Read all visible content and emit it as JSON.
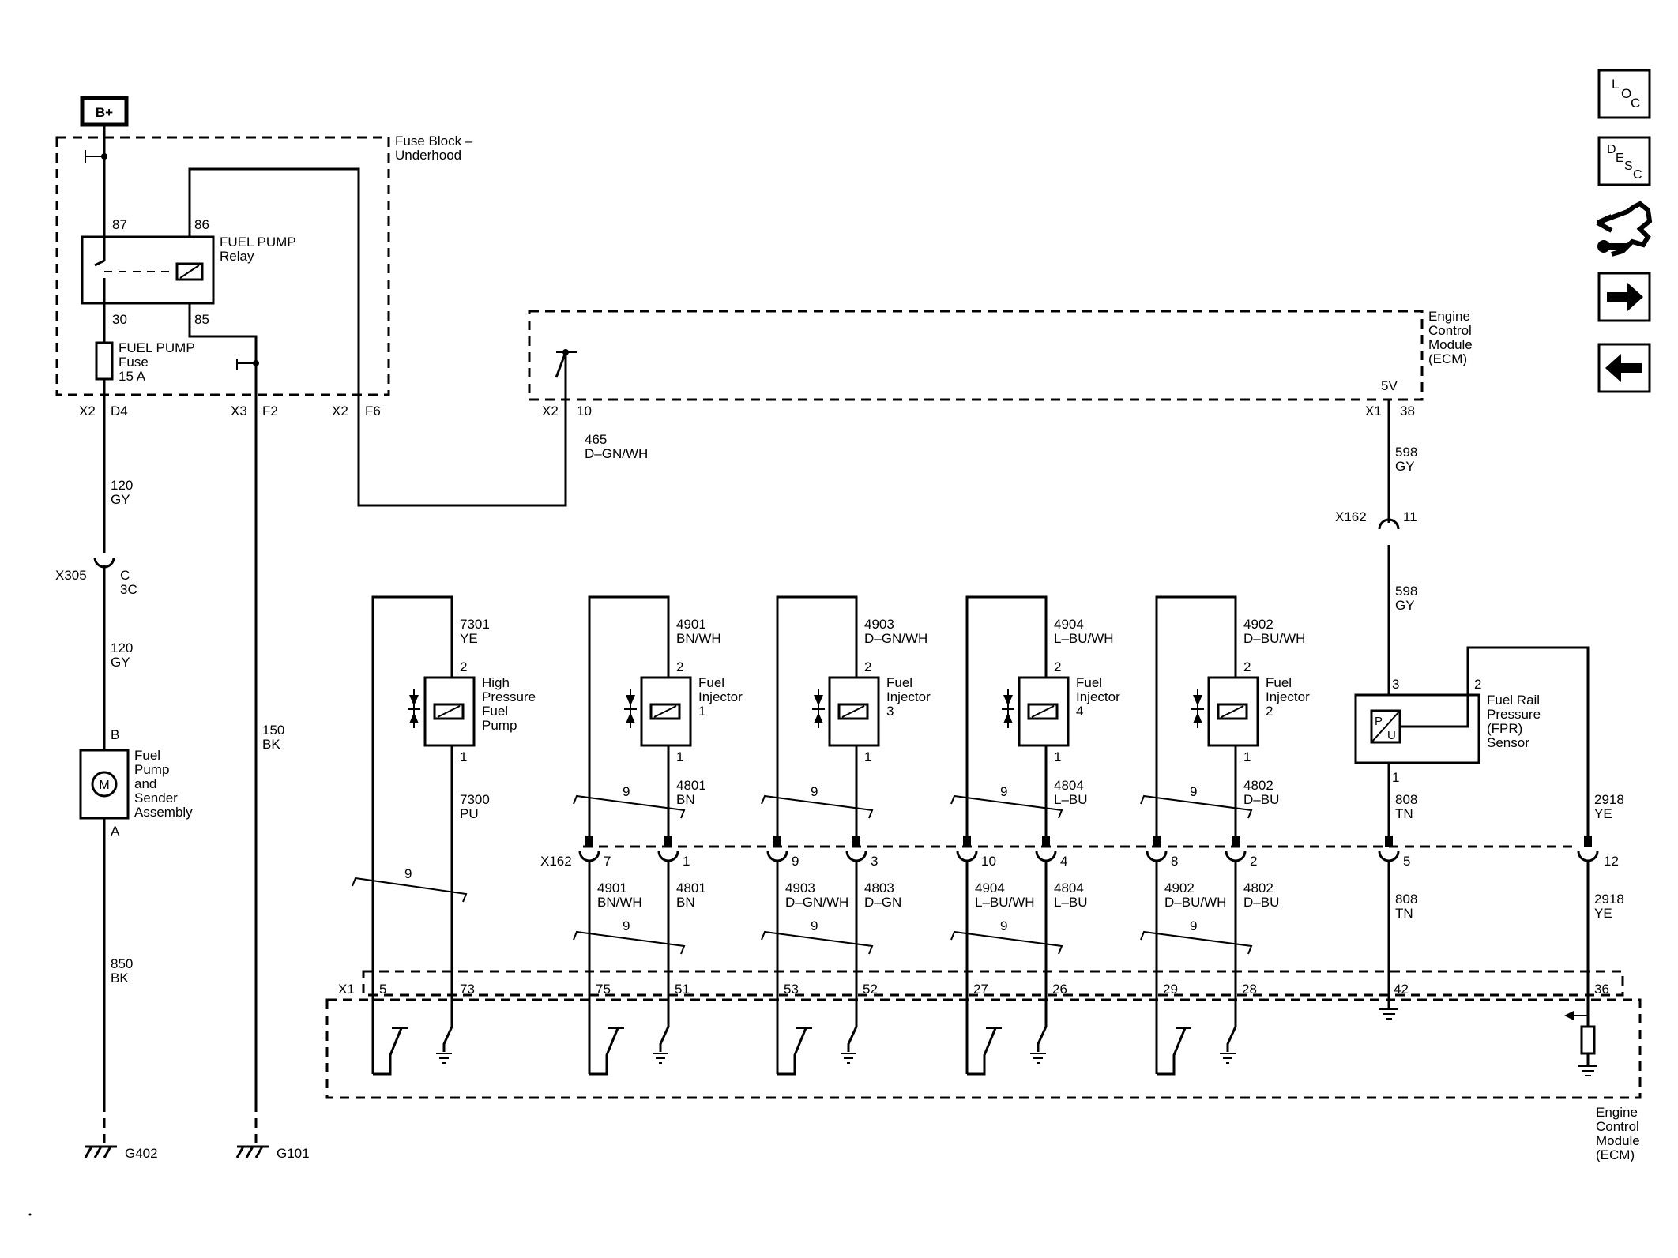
{
  "colors": {
    "ink": "#000000",
    "paper": "#ffffff"
  },
  "nav_buttons": [
    {
      "name": "loc-button",
      "icon": "loc-icon",
      "letters": [
        "L",
        "O",
        "C"
      ]
    },
    {
      "name": "desc-button",
      "icon": "desc-icon",
      "letters": [
        "D",
        "E",
        "S",
        "C"
      ]
    },
    {
      "name": "connector-button",
      "icon": "connector-wrench-icon"
    },
    {
      "name": "next-button",
      "icon": "arrow-right-icon"
    },
    {
      "name": "previous-button",
      "icon": "arrow-left-icon"
    }
  ],
  "power": {
    "label": "B+"
  },
  "fuse_block": {
    "title_line1": "Fuse Block –",
    "title_line2": "Underhood"
  },
  "relay": {
    "name_line1": "FUEL PUMP",
    "name_line2": "Relay",
    "pin87": "87",
    "pin86": "86",
    "pin30": "30",
    "pin85": "85"
  },
  "fuse": {
    "line1": "FUEL PUMP",
    "line2": "Fuse",
    "line3": "15 A"
  },
  "fuse_block_pins": {
    "x2a": "X2",
    "d4": "D4",
    "x3": "X3",
    "f2": "F2",
    "x2b": "X2",
    "f6": "F6"
  },
  "ecm_top": {
    "line1": "Engine",
    "line2": "Control",
    "line3": "Module",
    "line4": "(ECM)",
    "v5": "5V",
    "x2": "X2",
    "pin10": "10",
    "x1": "X1",
    "pin38": "38"
  },
  "wires": {
    "w465_num": "465",
    "w465_color": "D–GN/WH",
    "w120a_num": "120",
    "w120a_color": "GY",
    "w120b_num": "120",
    "w120b_color": "GY",
    "w150_num": "150",
    "w150_color": "BK",
    "w850_num": "850",
    "w850_color": "BK",
    "w598a_num": "598",
    "w598a_color": "GY",
    "w598b_num": "598",
    "w598b_color": "GY",
    "w7301_num": "7301",
    "w7301_color": "YE",
    "w7300_num": "7300",
    "w7300_color": "PU",
    "w808a_num": "808",
    "w808a_color": "TN",
    "w808b_num": "808",
    "w808b_color": "TN",
    "w2918a_num": "2918",
    "w2918a_color": "YE",
    "w2918b_num": "2918",
    "w2918b_color": "YE"
  },
  "x305": {
    "label": "X305",
    "pin_c": "C",
    "pin_3c": "3C"
  },
  "x162_top": {
    "label": "X162",
    "pin": "11"
  },
  "fuel_pump": {
    "line1": "Fuel",
    "line2": "Pump",
    "line3": "and",
    "line4": "Sender",
    "line5": "Assembly",
    "pin_b": "B",
    "pin_a": "A",
    "motor": "M"
  },
  "hp_pump": {
    "line1": "High",
    "line2": "Pressure",
    "line3": "Fuel",
    "line4": "Pump",
    "pin2": "2",
    "pin1": "1",
    "twist": "9"
  },
  "injectors": [
    {
      "name_line1": "Fuel",
      "name_line2": "Injector",
      "num": "1",
      "top_wire": "4901",
      "top_color": "BN/WH",
      "bot_wire": "4801",
      "bot_color": "BN",
      "pin2": "2",
      "pin1": "1",
      "twist1": "9",
      "twist2": "9",
      "x162_left": "7",
      "x162_right": "1",
      "lw_num": "4901",
      "lw_color": "BN/WH",
      "rw_num": "4801",
      "rw_color": "BN",
      "ecm_left": "75",
      "ecm_right": "51"
    },
    {
      "name_line1": "Fuel",
      "name_line2": "Injector",
      "num": "3",
      "top_wire": "4903",
      "top_color": "D–GN/WH",
      "bot_wire": "",
      "bot_color": "",
      "pin2": "2",
      "pin1": "1",
      "twist1": "9",
      "twist2": "9",
      "x162_left": "9",
      "x162_right": "3",
      "lw_num": "4903",
      "lw_color": "D–GN/WH",
      "rw_num": "4803",
      "rw_color": "D–GN",
      "ecm_left": "53",
      "ecm_right": "52"
    },
    {
      "name_line1": "Fuel",
      "name_line2": "Injector",
      "num": "4",
      "top_wire": "4904",
      "top_color": "L–BU/WH",
      "bot_wire": "4804",
      "bot_color": "L–BU",
      "pin2": "2",
      "pin1": "1",
      "twist1": "9",
      "twist2": "9",
      "x162_left": "10",
      "x162_right": "4",
      "lw_num": "4904",
      "lw_color": "L–BU/WH",
      "rw_num": "4804",
      "rw_color": "L–BU",
      "ecm_left": "27",
      "ecm_right": "26"
    },
    {
      "name_line1": "Fuel",
      "name_line2": "Injector",
      "num": "2",
      "top_wire": "4902",
      "top_color": "D–BU/WH",
      "bot_wire": "4802",
      "bot_color": "D–BU",
      "pin2": "2",
      "pin1": "1",
      "twist1": "9",
      "twist2": "9",
      "x162_left": "8",
      "x162_right": "2",
      "lw_num": "4902",
      "lw_color": "D–BU/WH",
      "rw_num": "4802",
      "rw_color": "D–BU",
      "ecm_left": "29",
      "ecm_right": "28"
    }
  ],
  "x162_row": {
    "label": "X162",
    "pin_808": "5",
    "pin_2918": "12"
  },
  "fpr_sensor": {
    "line1": "Fuel Rail",
    "line2": "Pressure",
    "line3": "(FPR)",
    "line4": "Sensor",
    "pin3": "3",
    "pin2": "2",
    "pin1": "1",
    "p": "P",
    "u": "U"
  },
  "ecm_bottom": {
    "x1": "X1",
    "pin5": "5",
    "pin73": "73",
    "pin42": "42",
    "pin36": "36",
    "line1": "Engine",
    "line2": "Control",
    "line3": "Module",
    "line4": "(ECM)"
  },
  "grounds": {
    "g402": "G402",
    "g101": "G101"
  }
}
